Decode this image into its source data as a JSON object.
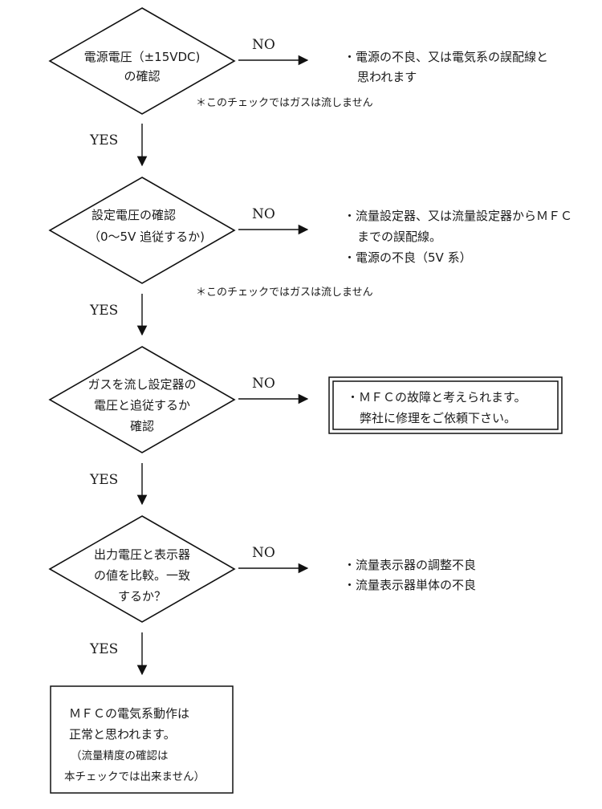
{
  "labels": {
    "yes": "YES",
    "no": "NO"
  },
  "steps": [
    {
      "question": [
        "電源電圧（±15VDC)",
        "の確認"
      ],
      "no_result": [
        "・電源の不良、又は電気系の誤配線と",
        "思われます"
      ],
      "note": "＊このチェックではガスは流しません"
    },
    {
      "question": [
        "設定電圧の確認",
        "（0～5V 追従するか)"
      ],
      "no_result": [
        "・流量設定器、又は流量設定器からＭＦＣ",
        "までの誤配線。",
        "・電源の不良（5V 系）"
      ],
      "note": "＊このチェックではガスは流しません"
    },
    {
      "question": [
        "ガスを流し設定器の",
        "電圧と追従するか",
        "確認"
      ],
      "no_result": [
        "・ＭＦＣの故障と考えられます。",
        "弊社に修理をご依頼下さい。"
      ]
    },
    {
      "question": [
        "出力電圧と表示器",
        "の値を比較。一致",
        "するか？"
      ],
      "no_result": [
        "・流量表示器の調整不良",
        "・流量表示器単体の不良"
      ]
    }
  ],
  "final": {
    "lines": [
      "ＭＦＣの電気系動作は",
      "正常と思われます。"
    ],
    "note_lines": [
      "（流量精度の確認は",
      "本チェックでは出来ません）"
    ]
  }
}
